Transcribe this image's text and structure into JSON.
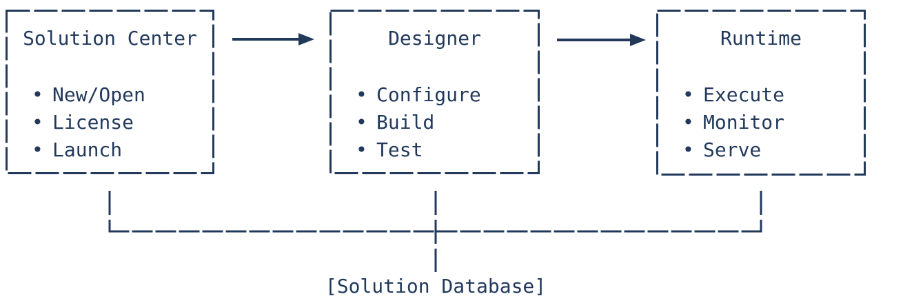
{
  "diagram": {
    "bullet_glyph": "•",
    "nodes": [
      {
        "id": "solution-center",
        "title": "Solution Center",
        "items": [
          "New/Open",
          "License",
          "Launch"
        ]
      },
      {
        "id": "designer",
        "title": "Designer",
        "items": [
          "Configure",
          "Build",
          "Test"
        ]
      },
      {
        "id": "runtime",
        "title": "Runtime",
        "items": [
          "Execute",
          "Monitor",
          "Serve"
        ]
      }
    ],
    "connections": [
      {
        "from": "Solution Center",
        "to": "Designer",
        "style": "arrow"
      },
      {
        "from": "Designer",
        "to": "Runtime",
        "style": "arrow"
      },
      {
        "from": "Solution Center",
        "to": "Solution Database",
        "style": "dashed-line"
      },
      {
        "from": "Designer",
        "to": "Solution Database",
        "style": "dashed-line"
      },
      {
        "from": "Runtime",
        "to": "Solution Database",
        "style": "dashed-line"
      }
    ],
    "database_label": "[Solution Database]",
    "colors": {
      "ink": "#22395c",
      "background": "#ffffff"
    }
  }
}
